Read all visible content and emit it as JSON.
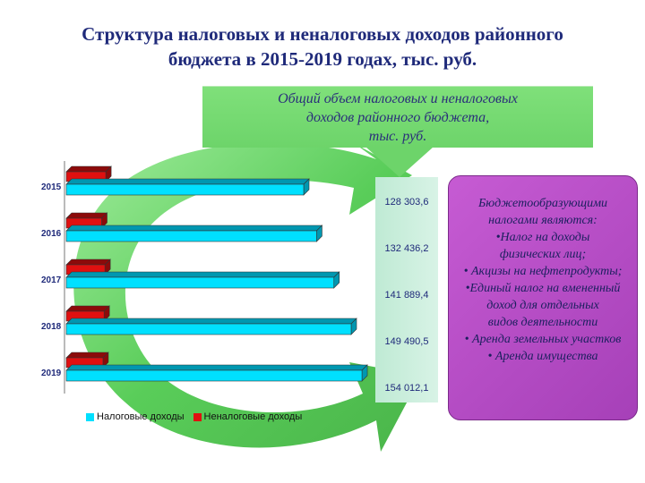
{
  "title": {
    "line1": "Структура налоговых и неналоговых доходов районного",
    "line2": "бюджета в 2015-2019 годах, тыс. руб."
  },
  "callout": {
    "line1": "Общий объем налоговых и неналоговых",
    "line2": "доходов районного бюджета,",
    "line3": "тыс. руб."
  },
  "info": {
    "lines": [
      "Бюджетообразующими",
      "налогами являются:",
      "•Налог на доходы",
      "физических лиц;",
      "• Акцизы на нефтепродукты;",
      "•Единый налог на вмененный",
      "доход для отдельных",
      "видов деятельности",
      "• Аренда земельных участков",
      "• Аренда имущества"
    ]
  },
  "colors": {
    "tax": "#00e0ff",
    "nontax": "#e01010",
    "arrow": "#3cc43c"
  },
  "chart_data": {
    "type": "bar",
    "orientation": "horizontal",
    "style": "3d",
    "categories": [
      "2015",
      "2016",
      "2017",
      "2018",
      "2019"
    ],
    "series": [
      {
        "name": "Налоговые доходы",
        "values": [
          110000,
          116000,
          124000,
          132000,
          137000
        ]
      },
      {
        "name": "Неналоговые доходы",
        "values": [
          18300,
          16400,
          17900,
          17500,
          17000
        ]
      }
    ],
    "totals": [
      "128 303,6",
      "132 436,2",
      "141 889,4",
      "149 490,5",
      "154 012,1"
    ],
    "xlim": [
      0,
      160000
    ],
    "grid": false,
    "legend_position": "bottom"
  }
}
